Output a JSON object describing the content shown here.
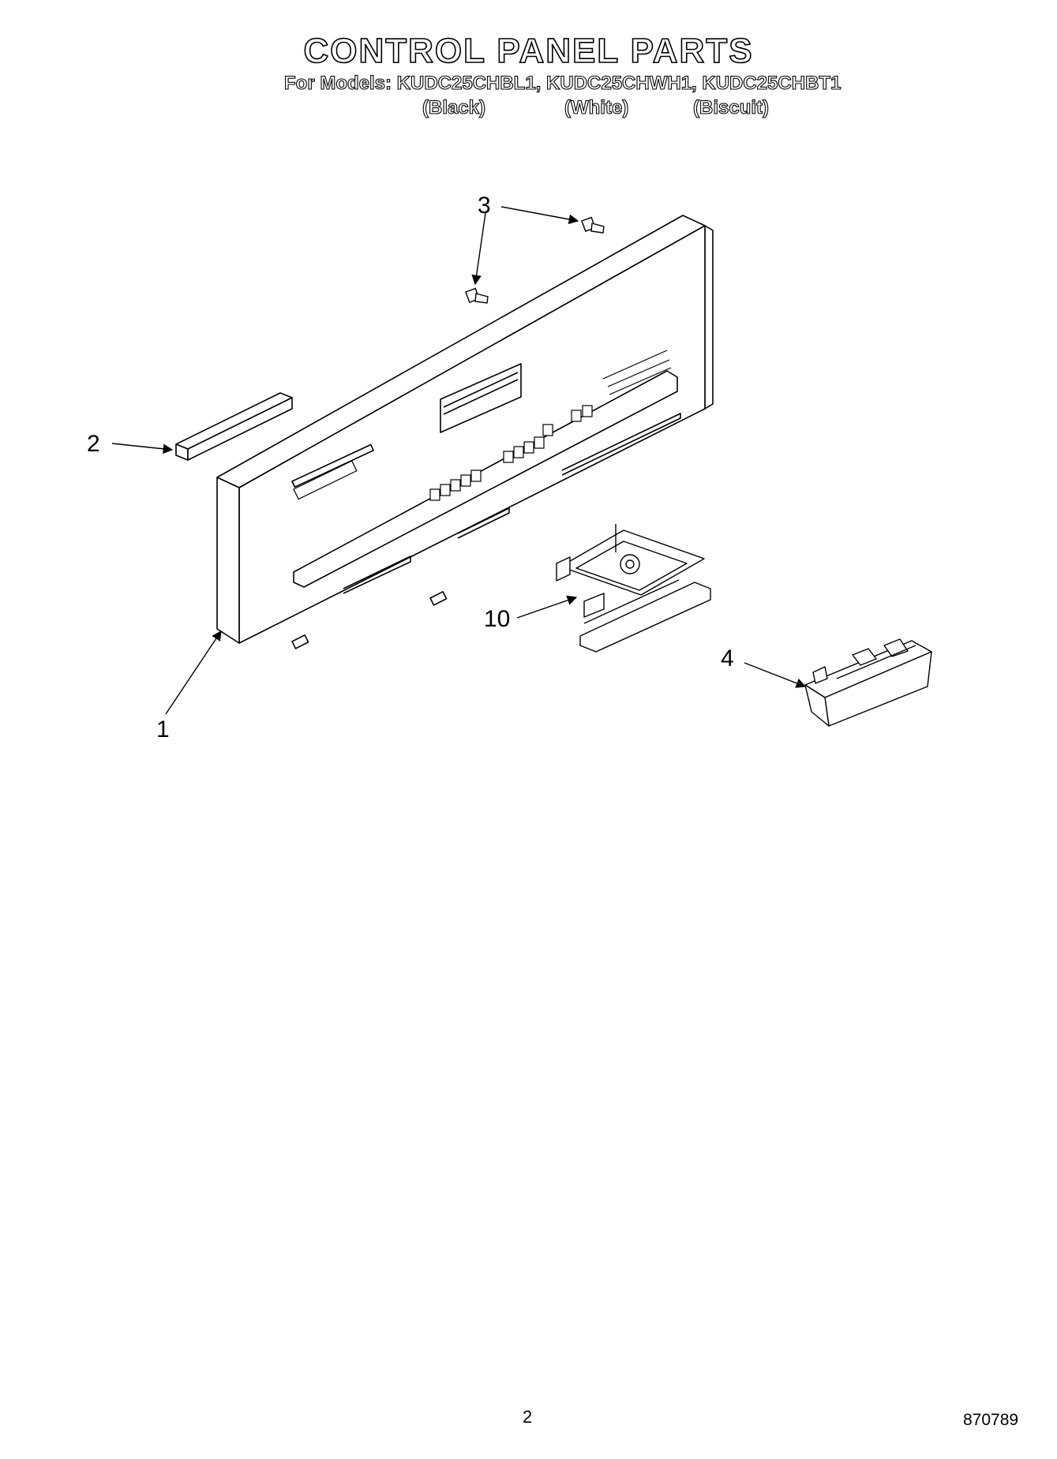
{
  "header": {
    "title": "CONTROL PANEL PARTS",
    "models_line": "For Models: KUDC25CHBL1, KUDC25CHWH1, KUDC25CHBT1",
    "color_labels": [
      "(Black)",
      "(White)",
      "(Biscuit)"
    ]
  },
  "callouts": [
    "1",
    "2",
    "3",
    "4",
    "10"
  ],
  "footer": {
    "page_number": "2",
    "document_number": "870789"
  }
}
